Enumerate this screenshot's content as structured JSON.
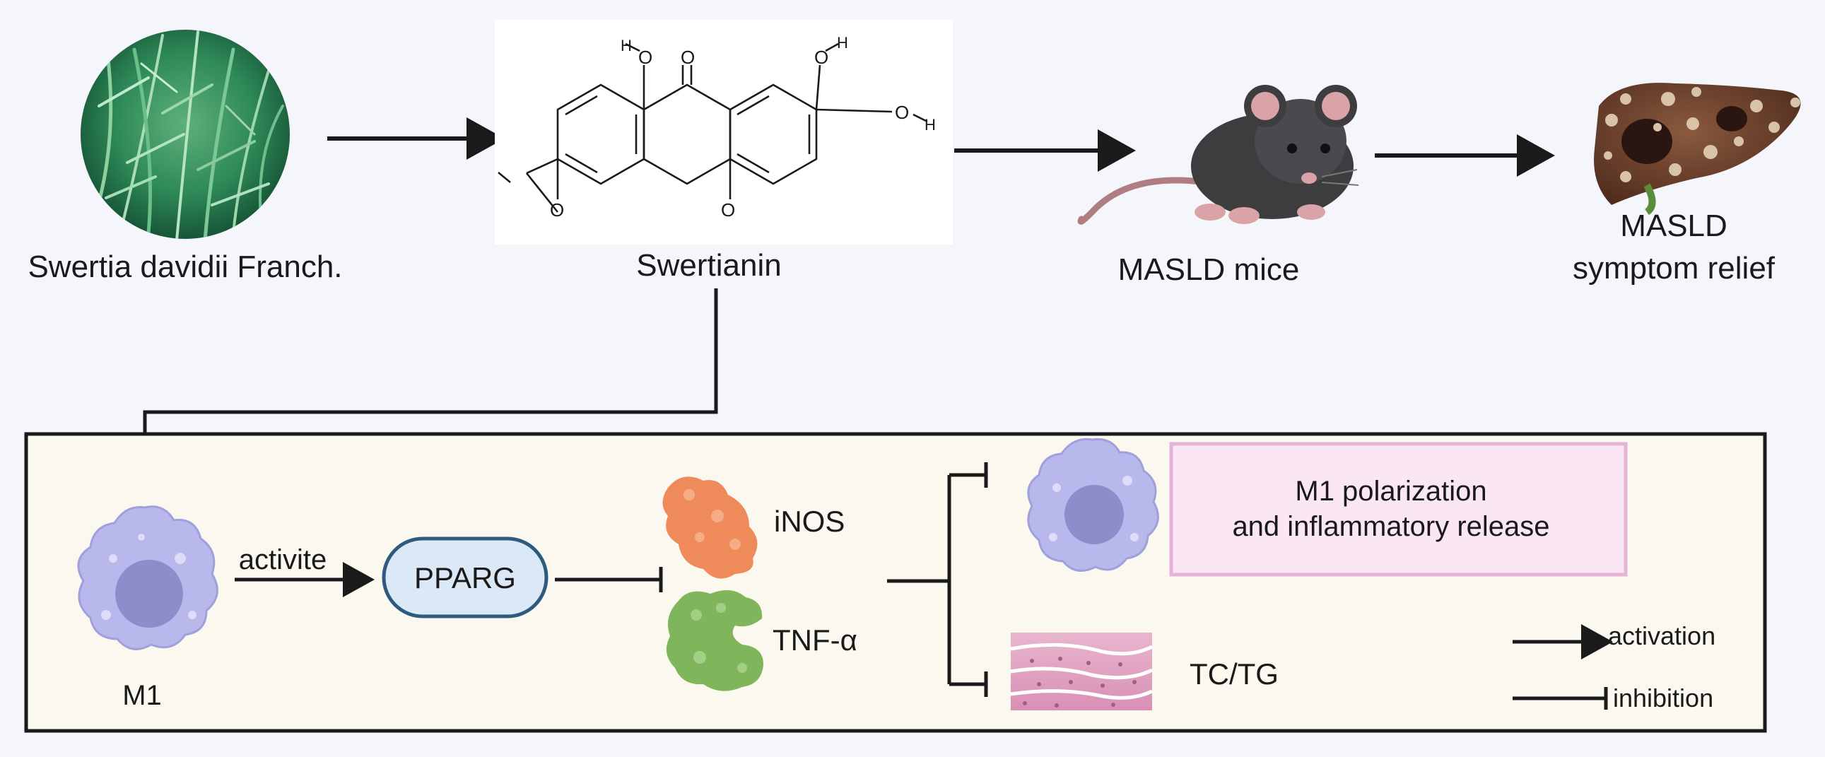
{
  "top_row": {
    "plant_label": "Swertia davidii Franch.",
    "compound_label": "Swertianin",
    "mice_label": "MASLD mice",
    "relief_label_line1": "MASLD",
    "relief_label_line2": "symptom relief"
  },
  "molecule": {
    "atom_H": "H",
    "atom_O": "O"
  },
  "mechanism": {
    "m1_label": "M1",
    "activate_label": "activite",
    "pparg_label": "PPARG",
    "inos_label": "iNOS",
    "tnf_label": "TNF-α",
    "polarization_line1": "M1 polarization",
    "polarization_line2": "and  inflammatory release",
    "tctg_label": "TC/TG"
  },
  "legend": {
    "activation_label": "activation",
    "inhibition_label": "inhibition"
  },
  "colors": {
    "background": "#f4f6fb",
    "panel_fill": "#fbf8f0",
    "pparg_fill": "#dbe9f7",
    "pparg_stroke": "#2f5a80",
    "polarization_box_fill": "#fbe7f4",
    "polarization_box_stroke": "#e6b3d6",
    "macrophage": "#b8b8ec",
    "nucleus": "#8f8ccc",
    "inos": "#ef8a5a",
    "tnf": "#7fb65c",
    "tissue": "#e2a9c6",
    "lines": "#1a1a1a"
  }
}
